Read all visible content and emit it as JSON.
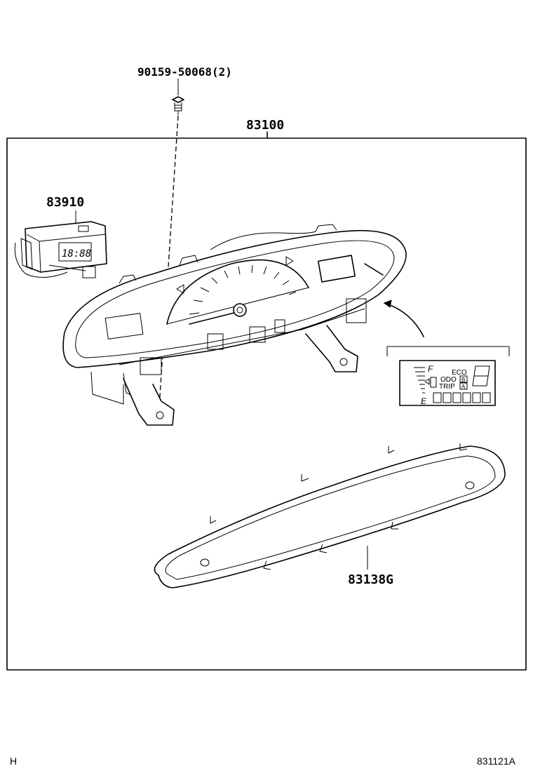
{
  "diagram": {
    "part_labels": {
      "screw": "90159-50068(2)",
      "meter_assembly": "83100",
      "clock": "83910",
      "lens": "83138G"
    },
    "inset_display": {
      "fuel_full": "F",
      "fuel_empty": "E",
      "eco": "ECO",
      "odo": "ODO",
      "trip": "TRIP",
      "trip_b": "B",
      "trip_a": "A"
    },
    "clock_display": "18:88",
    "footer": {
      "left": "H",
      "right": "831121A"
    }
  }
}
